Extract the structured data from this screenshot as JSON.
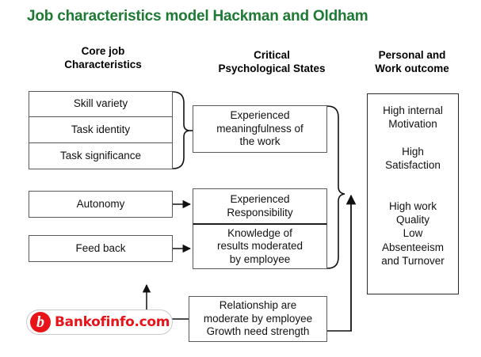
{
  "title": "Job characteristics model Hackman and Oldham",
  "colors": {
    "title_green": "#1d7a34",
    "box_border": "#5a5a5a",
    "logo_red": "#e8141a",
    "text": "#111111",
    "background": "#ffffff"
  },
  "headers": {
    "core": "Core job\nCharacteristics",
    "critical": "Critical\nPsychological States",
    "personal": "Personal and\nWork outcome"
  },
  "core_job_characteristics": [
    {
      "label": "Skill variety"
    },
    {
      "label": "Task identity"
    },
    {
      "label": "Task significance"
    },
    {
      "label": "Autonomy"
    },
    {
      "label": "Feed back"
    }
  ],
  "critical_psychological_states": [
    {
      "label": "Experienced\nmeaningfulness of\nthe work"
    },
    {
      "label": "Experienced\nResponsibility"
    },
    {
      "label": "Knowledge of\nresults moderated\nby employee"
    }
  ],
  "moderator": {
    "label": "Relationship are\nmoderate by employee\nGrowth need strength"
  },
  "personal_and_work_outcome": {
    "label": "High internal\nMotivation\n\nHigh\nSatisfaction\n\n\nHigh work\nQuality\nLow\nAbsenteeism\nand Turnover"
  },
  "logo": {
    "mark": "b",
    "text": "Bankofinfo.com"
  }
}
